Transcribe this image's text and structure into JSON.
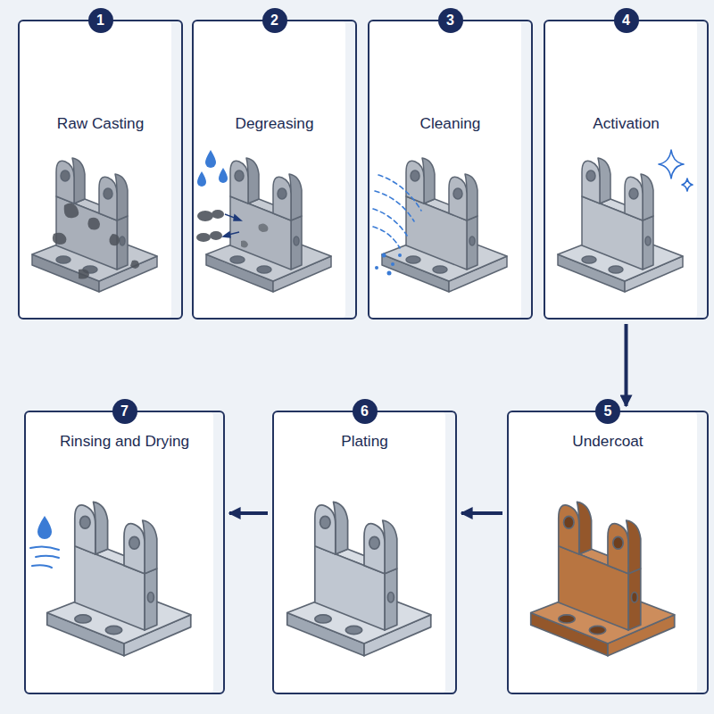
{
  "diagram": {
    "nodes": [
      {
        "text": [
          "Raw Casting"
        ]
      },
      {
        "text": [
          "1"
        ],
        "in": 0
      },
      {
        "text": [
          "Degreasing"
        ]
      },
      {
        "text": [
          "2"
        ],
        "in": 2
      },
      {
        "text": [
          "Cleaning"
        ]
      },
      {
        "text": [
          "3"
        ],
        "in": 4
      },
      {
        "text": [
          "Activation"
        ]
      },
      {
        "text": [
          "4"
        ],
        "in": 6
      },
      {
        "text": [
          "Undercoat"
        ]
      },
      {
        "text": [
          "5"
        ],
        "in": 8
      },
      {
        "text": [
          "Plating"
        ]
      },
      {
        "text": [
          "6"
        ],
        "in": 10
      },
      {
        "text": [
          "Rinsing and Drying"
        ]
      },
      {
        "text": [
          "7"
        ],
        "in": 12
      }
    ],
    "edges": [
      {
        "from": 6,
        "to": 8,
        "arrow": "to"
      },
      {
        "from": 8,
        "to": 10,
        "arrow": "to"
      },
      {
        "from": 10,
        "to": 12,
        "arrow": "to"
      }
    ]
  }
}
